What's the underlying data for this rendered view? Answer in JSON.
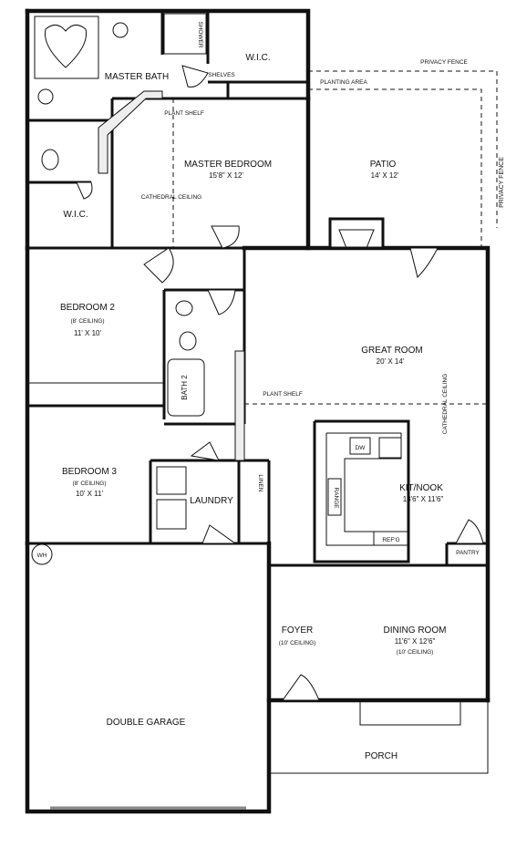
{
  "rooms": {
    "master_bath": "MASTER BATH",
    "shower": "SHOWER",
    "wic_top": "W.I.C.",
    "shelves": "SHELVES",
    "plant_shelf_top": "PLANT SHELF",
    "master_bedroom": "MASTER BEDROOM",
    "master_bedroom_size": "15'8\" X 12'",
    "cathedral_ceiling": "CATHEDRAL CEILING",
    "wic_left": "W.I.C.",
    "patio": "PATIO",
    "patio_size": "14' X 12'",
    "privacy_fence_top": "PRIVACY FENCE",
    "planting_area": "PLANTING AREA",
    "privacy_fence_right": "PRIVACY FENCE",
    "bedroom2": "BEDROOM 2",
    "bedroom2_ceiling": "(8' CEILING)",
    "bedroom2_size": "11' X 10'",
    "bath2": "BATH 2",
    "plant_shelf_mid": "PLANT SHELF",
    "great_room": "GREAT ROOM",
    "great_room_size": "20' X 14'",
    "great_room_ceiling": "CATHEDRAL CEILING",
    "bedroom3": "BEDROOM 3",
    "bedroom3_ceiling": "(8' CEILING)",
    "bedroom3_size": "10' X 11'",
    "laundry": "LAUNDRY",
    "linen": "LINEN",
    "dw": "DW",
    "range": "RANGE",
    "refg": "REF'G",
    "kit_nook": "KIT/NOOK",
    "kit_nook_size": "13'6\" X 11'6\"",
    "pantry": "PANTRY",
    "wh": "WH",
    "foyer": "FOYER",
    "foyer_ceiling": "(10' CEILING)",
    "dining_room": "DINING ROOM",
    "dining_room_size": "11'6\" X 12'6\"",
    "dining_room_ceiling": "(10' CEILING)",
    "double_garage": "DOUBLE GARAGE",
    "porch": "PORCH"
  }
}
